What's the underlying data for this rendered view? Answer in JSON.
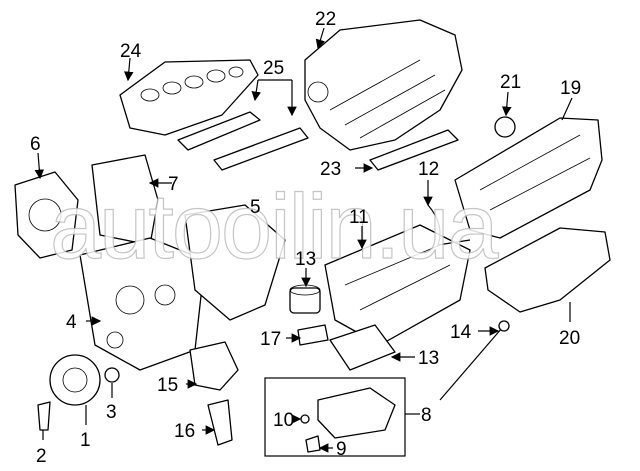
{
  "diagram": {
    "type": "exploded engine parts diagram",
    "callouts": {
      "c1": "1",
      "c2": "2",
      "c3": "3",
      "c4": "4",
      "c5": "5",
      "c6": "6",
      "c7": "7",
      "c8": "8",
      "c9": "9",
      "c10": "10",
      "c11": "11",
      "c12": "12",
      "c13a": "13",
      "c13b": "13",
      "c14": "14",
      "c15": "15",
      "c16": "16",
      "c17": "17",
      "c19": "19",
      "c20": "20",
      "c21": "21",
      "c22": "22",
      "c23": "23",
      "c24": "24",
      "c25": "25"
    },
    "watermark": "autooilin.ua"
  }
}
